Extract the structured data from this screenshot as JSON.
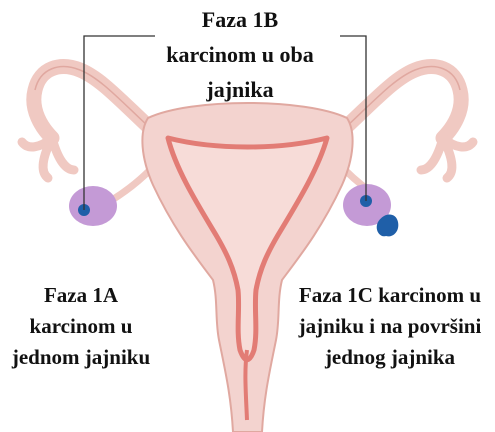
{
  "labels": {
    "stage_1b": {
      "line1": "Faza 1B",
      "line2": "karcinom u oba",
      "line3": "jajnika"
    },
    "stage_1a": {
      "line1": "Faza 1A",
      "line2": "karcinom u",
      "line3": "jednom jajniku"
    },
    "stage_1c": {
      "line1": "Faza 1C karcinom u",
      "line2": "jajniku i na površini",
      "line3": "jednog jajnika"
    }
  },
  "colors": {
    "uterus_fill": "#f3d3cf",
    "uterus_outline": "#e0a8a0",
    "endometrium": "#e27c75",
    "tube": "#f0c9c2",
    "ovary": "#c49ad6",
    "tumor": "#1f5fa8",
    "leader_line": "#333333"
  }
}
